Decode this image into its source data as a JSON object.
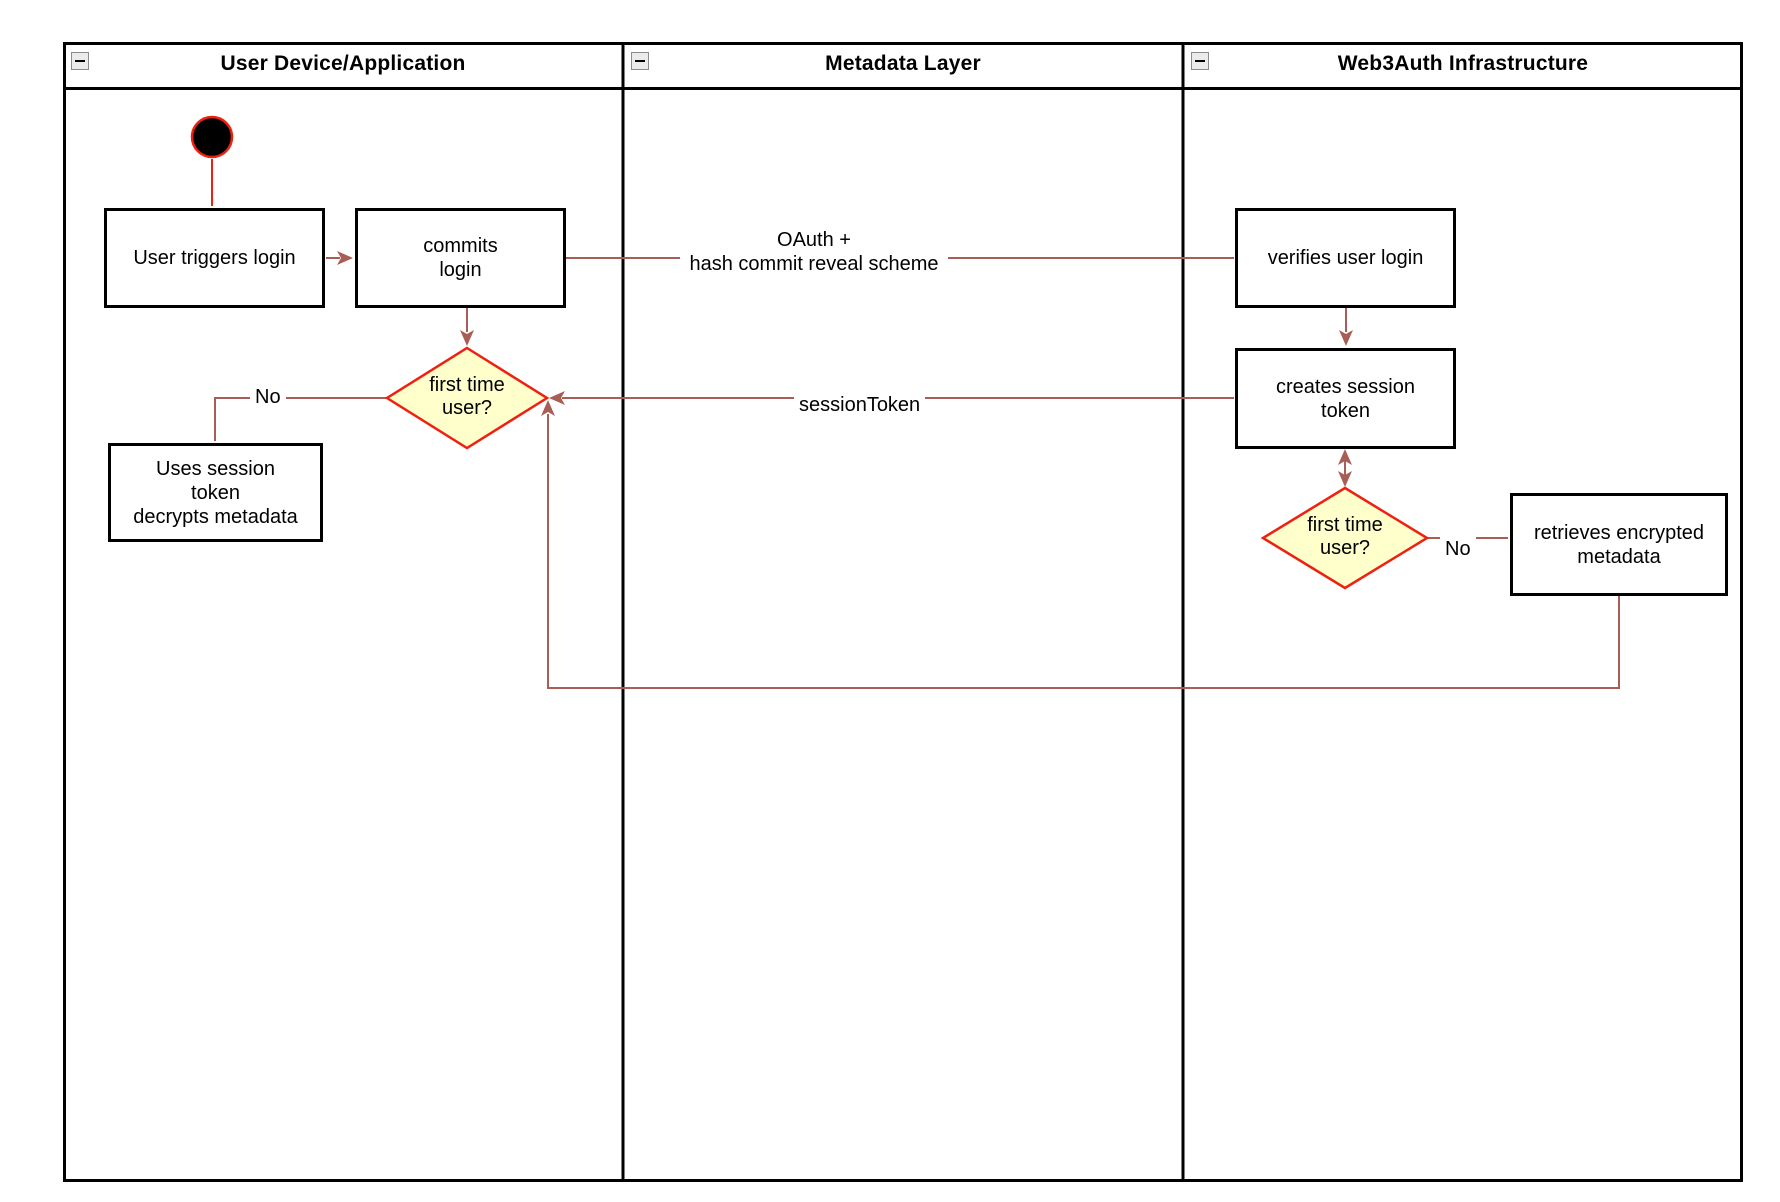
{
  "diagram": {
    "lanes": [
      {
        "title": "User Device/Application"
      },
      {
        "title": "Metadata Layer"
      },
      {
        "title": "Web3Auth Infrastructure"
      }
    ],
    "nodes": {
      "start": {
        "type": "initial-node"
      },
      "user_triggers_login": {
        "label": "User triggers login"
      },
      "commits_login": {
        "label": "commits\nlogin"
      },
      "first_time_user_left": {
        "label": "first time\nuser?"
      },
      "uses_session_token": {
        "label": "Uses session\ntoken\ndecrypts metadata"
      },
      "verifies_user_login": {
        "label": "verifies user login"
      },
      "creates_session_token": {
        "label": "creates session\ntoken"
      },
      "first_time_user_right": {
        "label": "first time\nuser?"
      },
      "retrieves_encrypted_metadata": {
        "label": "retrieves encrypted\nmetadata"
      }
    },
    "edges": {
      "oauth": {
        "label": "OAuth +\nhash commit reveal scheme"
      },
      "session_token": {
        "label": "sessionToken"
      },
      "no_left": {
        "label": "No"
      },
      "no_right": {
        "label": "No"
      }
    },
    "colors": {
      "connector": "#A85E55",
      "shape_red": "#F02010",
      "decision_fill": "#FFFFCC",
      "box_border": "#000000",
      "start_fill": "#000000",
      "lane_border": "#000000"
    }
  }
}
